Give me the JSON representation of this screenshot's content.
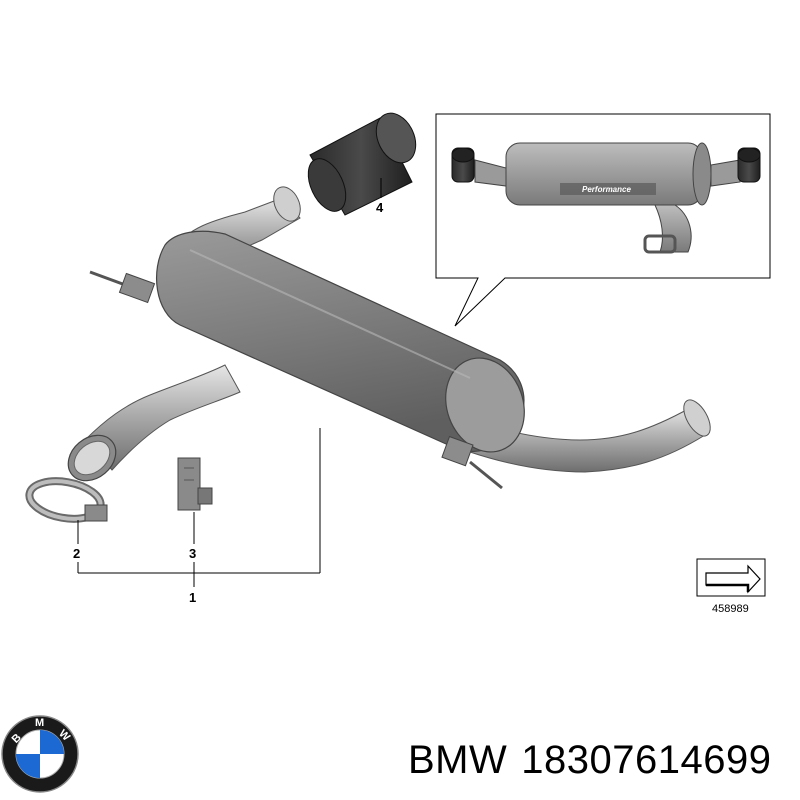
{
  "callouts": {
    "c1": "1",
    "c2": "2",
    "c3": "3",
    "c4": "4"
  },
  "reference_number": "458989",
  "inset": {
    "badge": "Performance"
  },
  "footer": {
    "brand": "BMW",
    "part_number": "18307614699"
  },
  "logo": {
    "letters": [
      "B",
      "M",
      "W"
    ]
  }
}
